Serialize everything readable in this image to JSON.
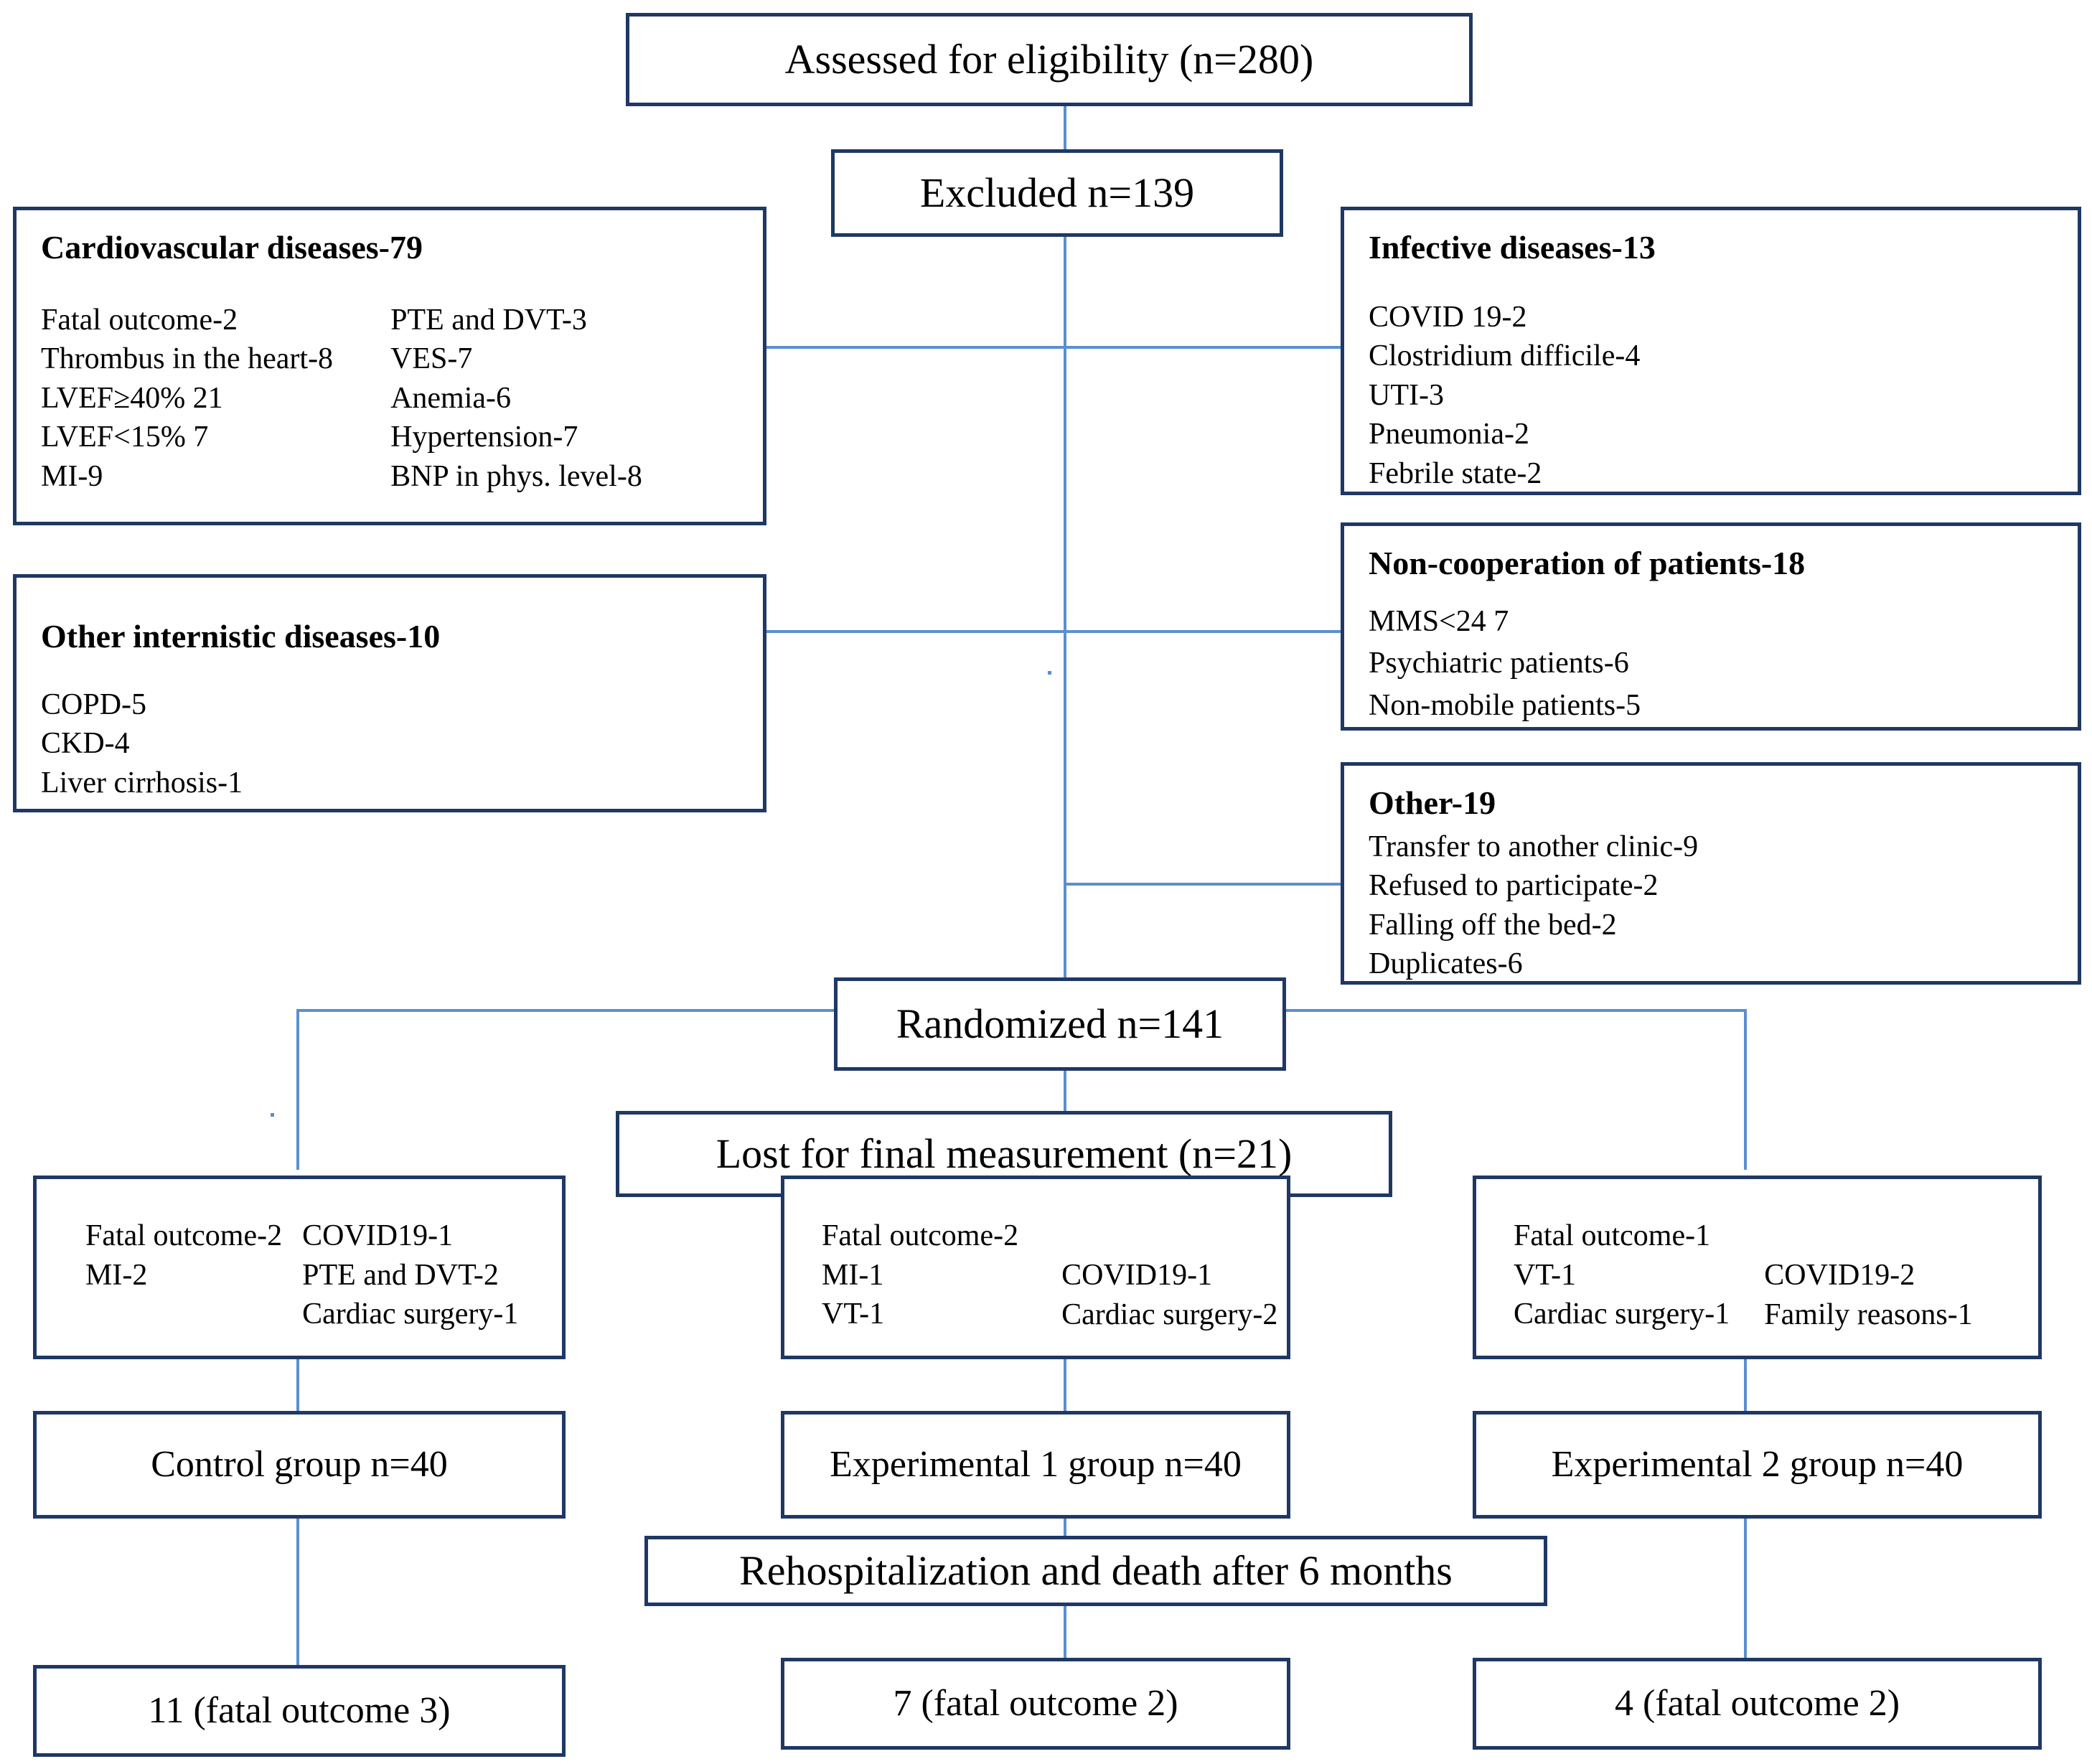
{
  "flow": {
    "title": "CONSORT patient flow diagram",
    "accent_border_color": "#1f3864",
    "connector_color": "#5b8fd0"
  },
  "nodes": {
    "assessed": {
      "label": "Assessed for eligibility (n=280)"
    },
    "excluded": {
      "label": "Excluded n=139"
    },
    "randomized": {
      "label": "Randomized n=141"
    },
    "lost": {
      "label": "Lost for final measurement (n=21)"
    },
    "rehosp": {
      "label": "Rehospitalization and death after 6 months"
    }
  },
  "exclusions": {
    "cardiovascular": {
      "heading": "Cardiovascular diseases-79",
      "col1": [
        "Fatal outcome-2",
        "Thrombus in the heart-8",
        "LVEF≥40% 21",
        "LVEF<15%   7",
        "MI-9"
      ],
      "col2": [
        "PTE and DVT-3",
        "VES-7",
        "Anemia-6",
        "Hypertension-7",
        "BNP in phys. level-8"
      ]
    },
    "internistic": {
      "heading": "Other internistic diseases-10",
      "items": [
        "COPD-5",
        "CKD-4",
        "Liver cirrhosis-1"
      ]
    },
    "infective": {
      "heading": "Infective diseases-13",
      "items": [
        "COVID 19-2",
        "Clostridium difficile-4",
        "UTI-3",
        "Pneumonia-2",
        "Febrile state-2"
      ]
    },
    "noncooperation": {
      "heading": "Non-cooperation of patients-18",
      "items": [
        "MMS<24 7",
        "Psychiatric patients-6",
        "Non-mobile patients-5"
      ]
    },
    "other": {
      "heading": "Other-19",
      "items": [
        "Transfer to another clinic-9",
        "Refused to participate-2",
        "Falling off the bed-2",
        "Duplicates-6"
      ]
    }
  },
  "arms": {
    "control": {
      "losses_col1": [
        "Fatal outcome-2",
        "MI-2"
      ],
      "losses_col2": [
        "COVID19-1",
        "PTE and DVT-2",
        "Cardiac surgery-1"
      ],
      "group_label": "Control group n=40",
      "outcome_label": "11 (fatal outcome 3)"
    },
    "experimental1": {
      "losses_col1": [
        "Fatal outcome-2",
        "MI-1",
        "VT-1"
      ],
      "losses_col2": [
        "",
        "COVID19-1",
        "Cardiac surgery-2"
      ],
      "group_label": "Experimental 1 group n=40",
      "outcome_label": "7 (fatal outcome 2)"
    },
    "experimental2": {
      "losses_col1": [
        "Fatal outcome-1",
        "VT-1",
        "Cardiac surgery-1"
      ],
      "losses_col2": [
        "",
        "COVID19-2",
        "Family reasons-1"
      ],
      "group_label": "Experimental 2 group n=40",
      "outcome_label": "4 (fatal outcome 2)"
    }
  }
}
